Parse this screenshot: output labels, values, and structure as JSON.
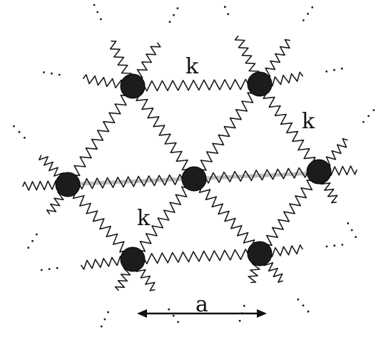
{
  "labels": {
    "spring_top": "k",
    "spring_right": "k",
    "spring_lower": "k",
    "spacing": "a"
  },
  "colors": {
    "background": "#ffffff",
    "ink": "#1a1a1a"
  }
}
